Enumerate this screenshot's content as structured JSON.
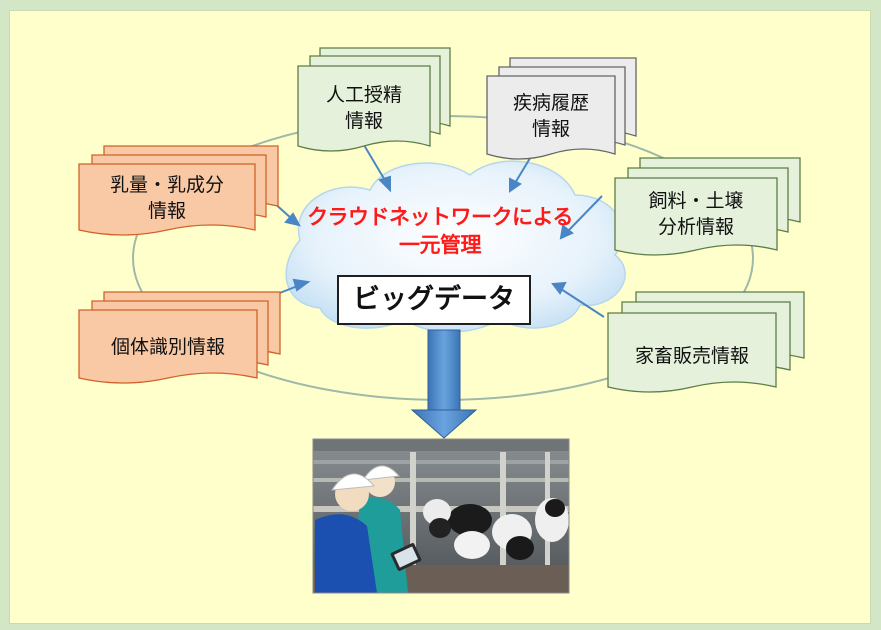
{
  "cloud": {
    "title_line1": "クラウドネットワークによる",
    "title_line2": "一元管理",
    "core_label": "ビッグデータ"
  },
  "sources": [
    {
      "id": "insemination",
      "line1": "人工授精",
      "line2": "情報",
      "color": "green"
    },
    {
      "id": "disease",
      "line1": "疾病履歴",
      "line2": "情報",
      "color": "gray"
    },
    {
      "id": "milk",
      "line1": "乳量・乳成分",
      "line2": "情報",
      "color": "orange"
    },
    {
      "id": "feed_soil",
      "line1": "飼料・土壌",
      "line2": "分析情報",
      "color": "green"
    },
    {
      "id": "individual",
      "line1": "個体識別情報",
      "line2": "",
      "color": "orange"
    },
    {
      "id": "sales",
      "line1": "家畜販売情報",
      "line2": "",
      "color": "green"
    }
  ],
  "colors": {
    "background": "#d3e6c6",
    "panel": "#ffffcc",
    "green_fill": "#e5f1db",
    "green_stroke": "#5c7d45",
    "gray_fill": "#ececec",
    "gray_stroke": "#666666",
    "orange_fill": "#f9c9a6",
    "orange_stroke": "#d0622a",
    "arrow": "#4a86c5",
    "cloud": "#d7ebf8",
    "cloud_title": "#ff1a1a"
  },
  "photo": {
    "description_icon": "barn-photo"
  }
}
